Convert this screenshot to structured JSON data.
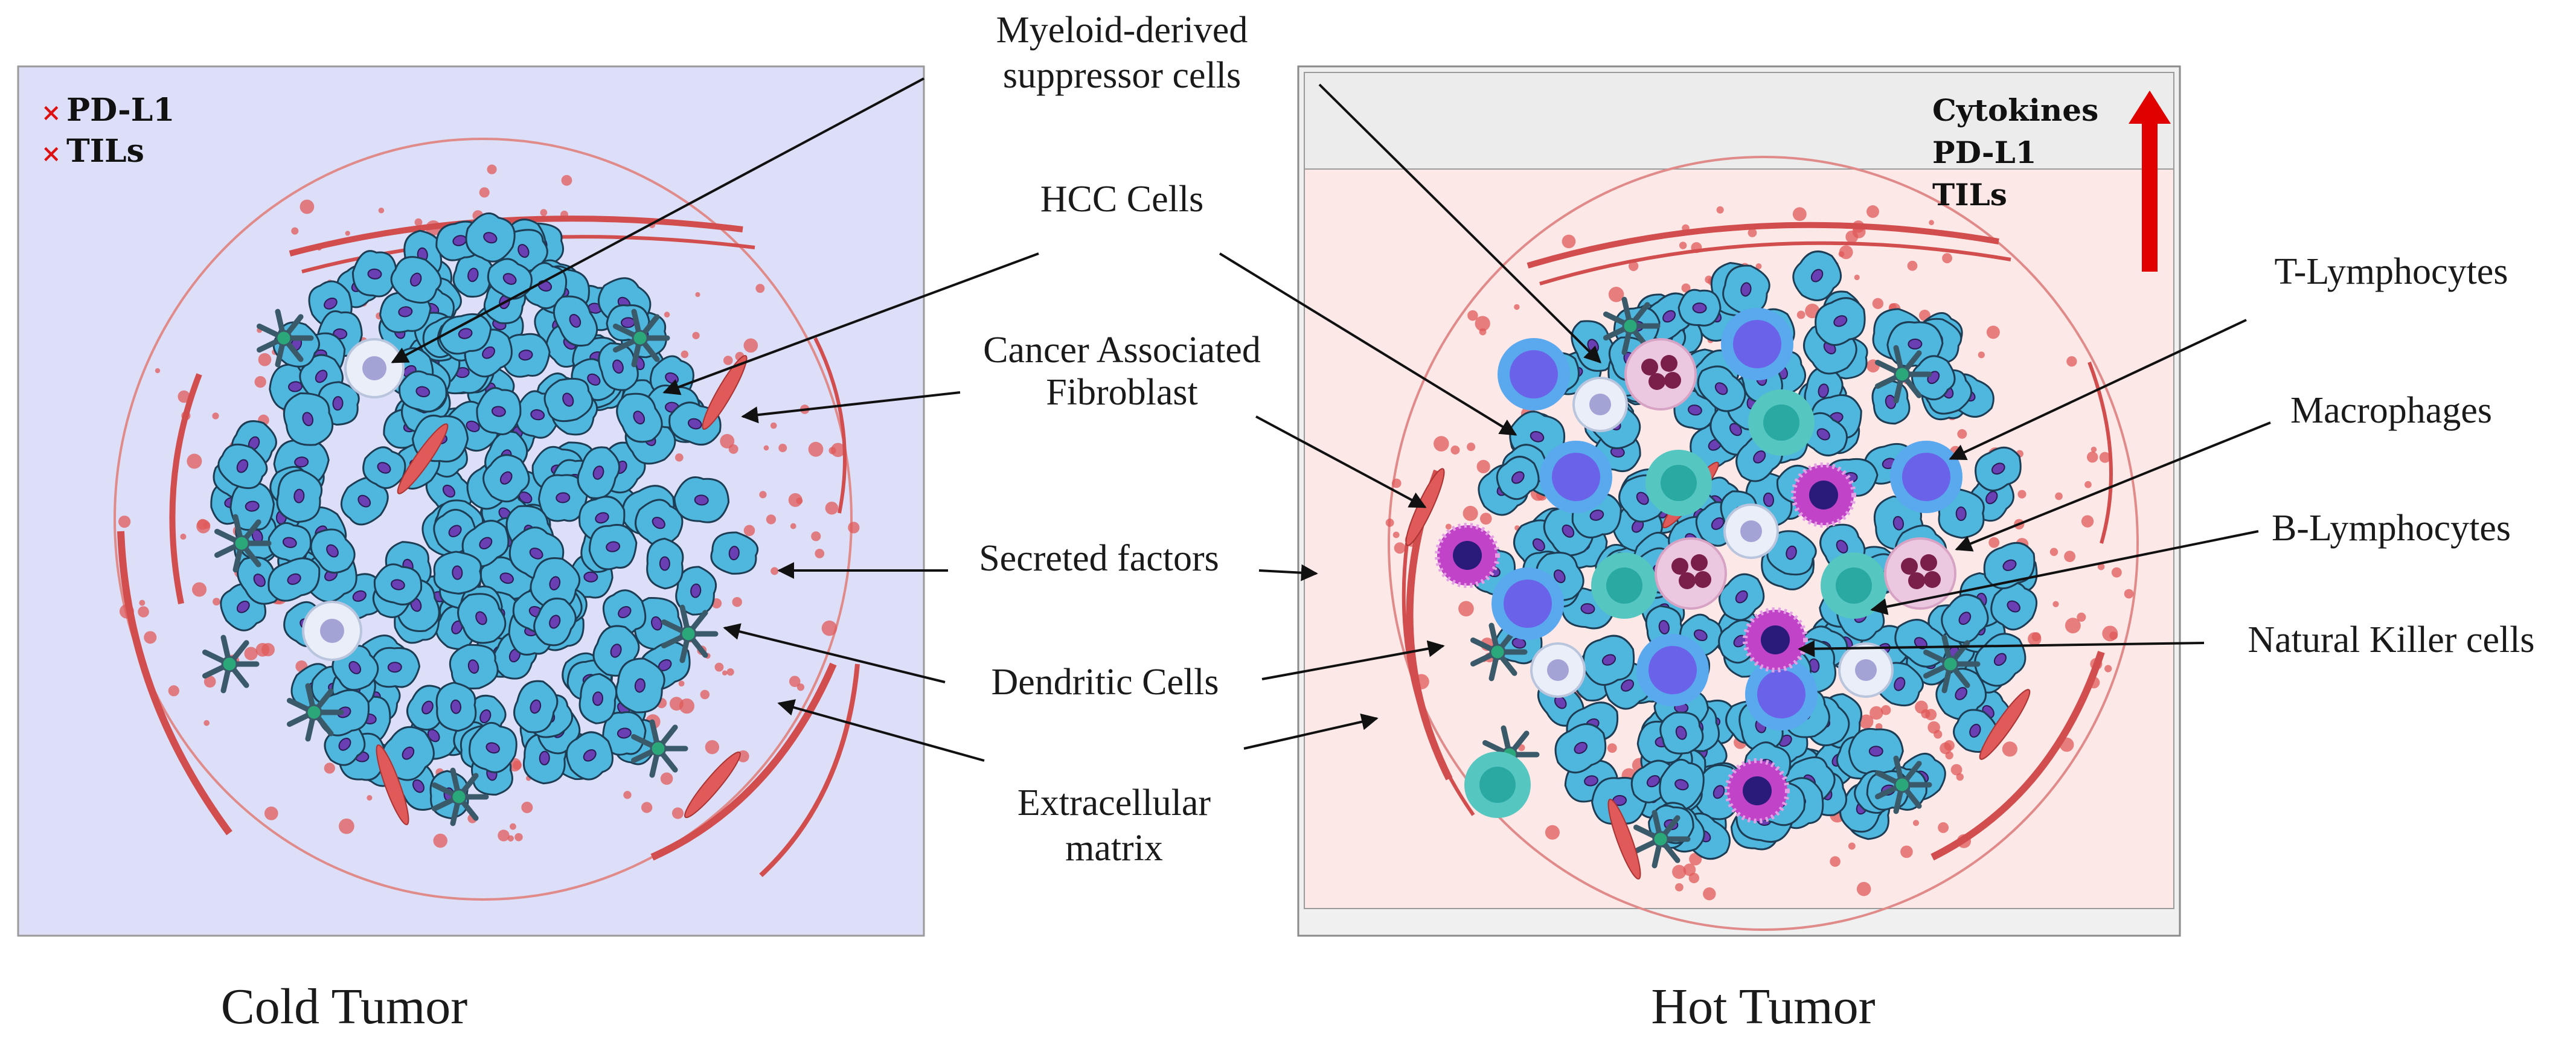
{
  "cold": {
    "caption": "Cold Tumor",
    "legend": [
      {
        "mark": "×",
        "label": "PD-L1"
      },
      {
        "mark": "×",
        "label": "TILs"
      }
    ]
  },
  "hot": {
    "caption": "Hot Tumor",
    "legend": [
      "Cytokines",
      "PD-L1",
      "TILs"
    ],
    "arrow_color": "#e00000"
  },
  "labels": {
    "mdsc_1": "Myeloid-derived",
    "mdsc_2": "suppressor cells",
    "hcc": "HCC Cells",
    "caf_1": "Cancer Associated",
    "caf_2": "Fibroblast",
    "secreted": "Secreted factors",
    "dendritic": "Dendritic Cells",
    "ecm_1": "Extracellular",
    "ecm_2": "matrix",
    "t_lymph": "T-Lymphocytes",
    "macrophages": "Macrophages",
    "b_lymph": "B-Lymphocytes",
    "nk": "Natural Killer cells"
  },
  "colors": {
    "cold_bg": "#dcdff7",
    "hot_bg": "#fde8e8",
    "hcc_cell": "#4fb6de",
    "hcc_nucleus": "#6a3fb4",
    "stroma": "#e05a5a",
    "t_cell": "#3a7ee6",
    "b_cell": "#2aa8a2",
    "nk_cell": "#c043c8",
    "macrophage": "#d6a0c8",
    "dendritic": "#3a5a6a"
  }
}
